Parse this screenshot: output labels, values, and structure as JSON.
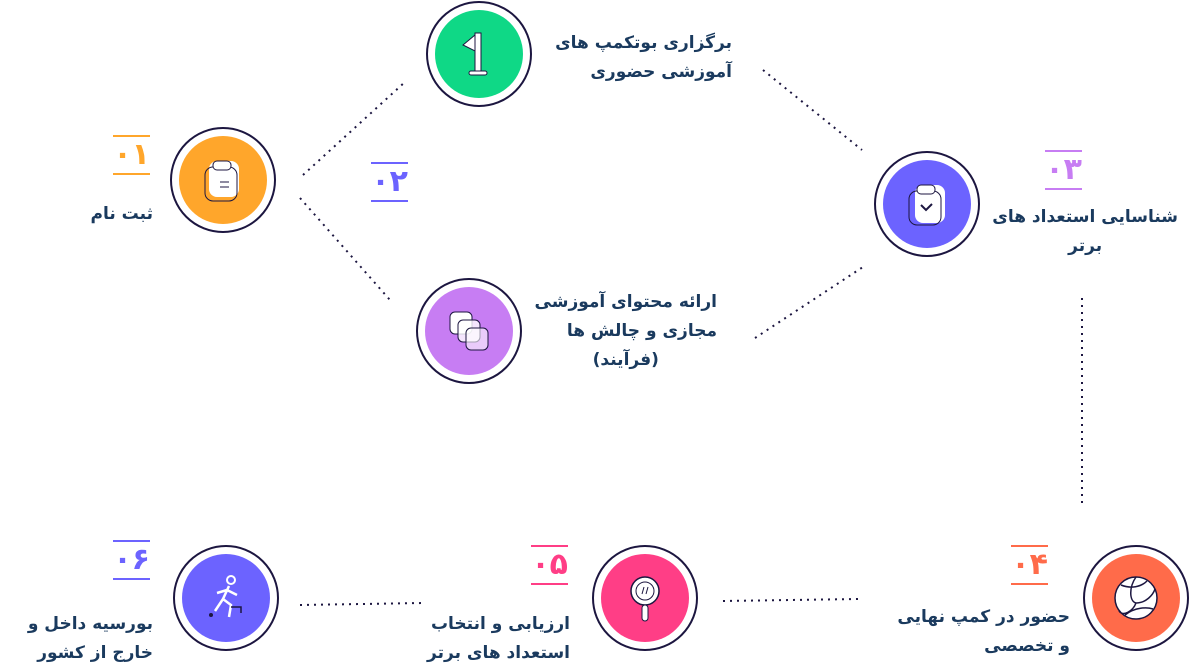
{
  "steps": [
    {
      "number": "۰۱",
      "label": "ثبت نام",
      "color": "#FFA62B",
      "icon": "clipboard-icon"
    },
    {
      "number": "۰۲",
      "label_a": "برگزاری بوتکمپ های",
      "label_b": "آموزشی حضوری",
      "color": "#0FD886",
      "icon": "flag-icon"
    },
    {
      "number_color": "#6C63FF",
      "label_a": "ارائه محتوای آموزشی",
      "label_b": "مجازی و چالش ها",
      "label_c": "(فرآیند)",
      "color": "#C77DF3",
      "icon": "layers-icon"
    },
    {
      "number": "۰۳",
      "label_a": "شناسایی استعداد های",
      "label_b": "برتر",
      "color": "#6C63FF",
      "number_color": "#C77DF3",
      "icon": "clipboard-check-icon"
    },
    {
      "number": "۰۴",
      "label_a": "حضور در کمپ نهایی",
      "label_b": "و تخصصی",
      "color": "#FF6B4A",
      "icon": "volleyball-icon"
    },
    {
      "number": "۰۵",
      "label_a": "ارزیابی و انتخاب",
      "label_b": "استعداد های برتر",
      "color": "#FF3E86",
      "icon": "magnifier-icon"
    },
    {
      "number": "۰۶",
      "label_a": "بورسیه داخل و",
      "label_b": "خارج از کشور",
      "color": "#6C63FF",
      "icon": "runner-icon"
    }
  ]
}
